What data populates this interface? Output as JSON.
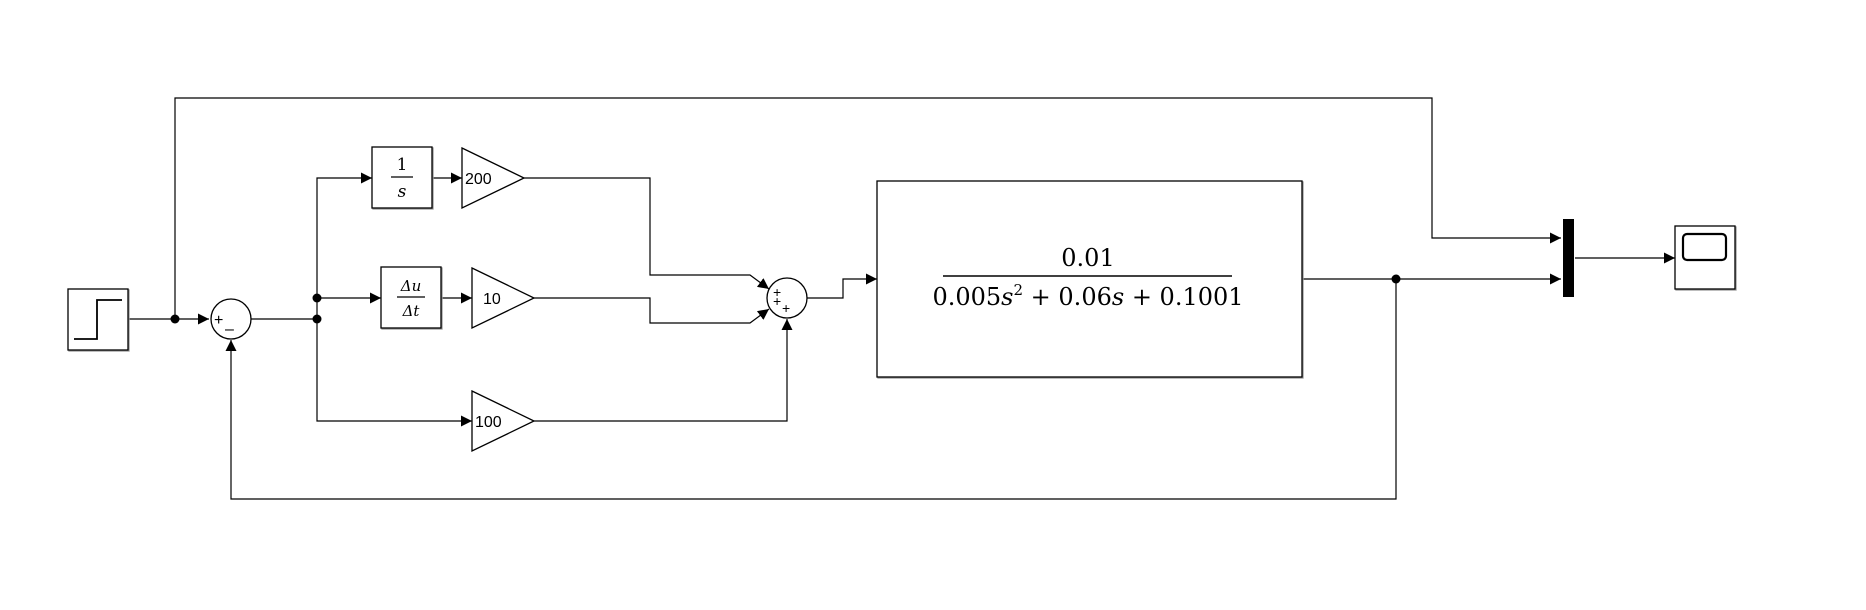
{
  "integrator": {
    "numerator": "1",
    "denominator": "s"
  },
  "derivative": {
    "numerator": "Δu",
    "denominator": "Δt"
  },
  "gains": {
    "integral": "200",
    "derivative": "10",
    "proportional": "100"
  },
  "sum_error": {
    "plus": "+",
    "minus": "–"
  },
  "sum_pid": {
    "signs_top": "+",
    "signs_mid": "+",
    "signs_bottom": "+"
  },
  "plant": {
    "numerator": "0.01",
    "den_a": "0.005",
    "den_s": "s",
    "den_exp": "2",
    "den_b": " + 0.06",
    "den_s2": "s",
    "den_c": " + 0.1001"
  }
}
